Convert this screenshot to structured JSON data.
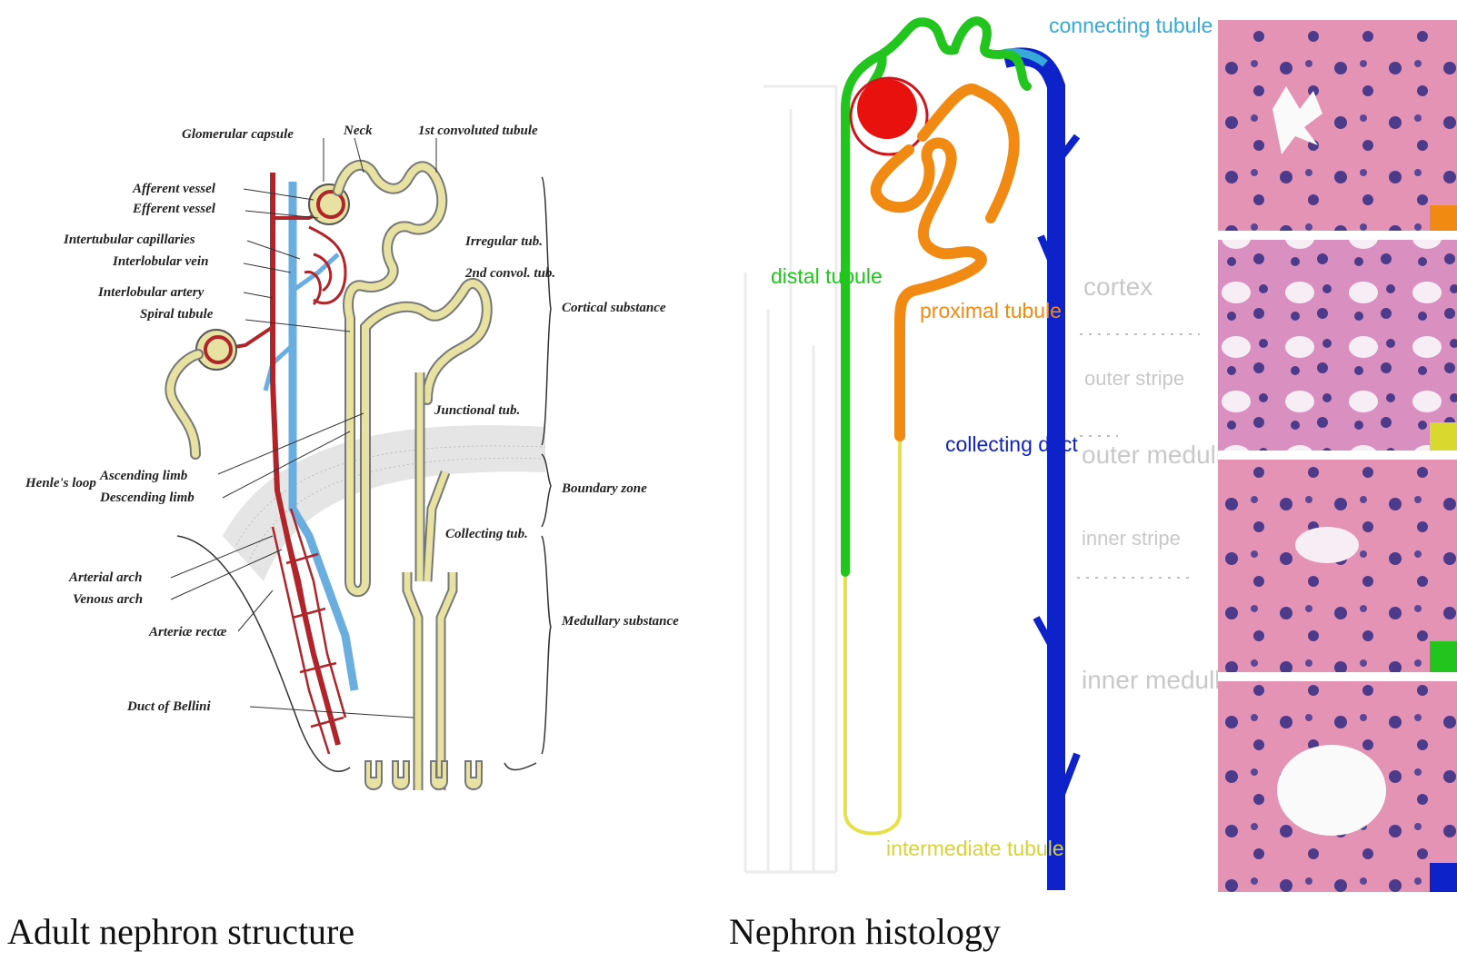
{
  "captions": {
    "left": "Adult nephron structure",
    "right": "Nephron histology"
  },
  "gray_labels": {
    "glomerular_capsule": "Glomerular capsule",
    "neck": "Neck",
    "first_convoluted": "1st convoluted tubule",
    "afferent_vessel": "Afferent vessel",
    "efferent_vessel": "Efferent vessel",
    "intertubular_capillaries": "Intertubular capillaries",
    "interlobular_vein": "Interlobular vein",
    "interlobular_artery": "Interlobular artery",
    "spiral_tubule": "Spiral tubule",
    "irregular_tub": "Irregular tub.",
    "second_convol": "2nd convol. tub.",
    "cortical_substance": "Cortical substance",
    "junctional_tub": "Junctional tub.",
    "henles_loop": "Henle's loop",
    "ascending_limb": "Ascending limb",
    "descending_limb": "Descending limb",
    "boundary_zone": "Boundary zone",
    "collecting_tub": "Collecting tub.",
    "arterial_arch": "Arterial arch",
    "venous_arch": "Venous arch",
    "arteriae_rectae": "Arteriæ rectæ",
    "medullary_substance": "Medullary substance",
    "duct_of_bellini": "Duct of Bellini"
  },
  "histology_labels": {
    "connecting_tubule": "connecting tubule",
    "distal_tubule": "distal tubule",
    "proximal_tubule": "proximal tubule",
    "collecting_duct": "collecting duct",
    "intermediate_tubule": "intermediate tubule"
  },
  "zones": {
    "cortex": "cortex",
    "outer_stripe": "outer stripe",
    "outer_medulla": "outer medulla",
    "inner_stripe": "inner stripe",
    "inner_medulla": "inner medulla"
  },
  "colors": {
    "distal": "#22c41e",
    "proximal": "#f08a12",
    "collecting": "#0d22c8",
    "connecting": "#36a9d8",
    "intermediate": "#e6e14a",
    "glomerulus": "#e8110e",
    "artery": "#b0242a",
    "vein": "#6aaee0",
    "tubule_fill": "#e7e1a2",
    "histology_pink": "#e493b4",
    "nucleus": "#4c3a8a"
  },
  "legend_swatches": [
    "#f08a12",
    "#d9d82e",
    "#22c41e",
    "#0d22c8"
  ]
}
